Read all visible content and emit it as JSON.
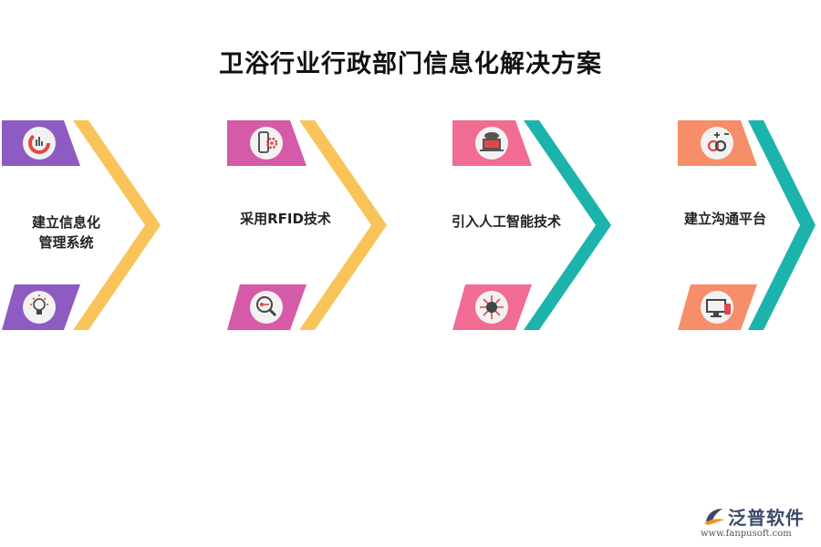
{
  "title": "卫浴行业行政部门信息化解决方案",
  "steps": [
    {
      "label_line1": "建立信息化",
      "label_line2": "管理系统",
      "color": "#8e5bc2",
      "chevron_color": "#f8c45a",
      "top_icon": "dashboard-chart-icon",
      "bottom_icon": "lightbulb-icon"
    },
    {
      "label_line1": "采用RFID技术",
      "label_line2": "",
      "color": "#d55aa7",
      "chevron_color": "#f8c45a",
      "top_icon": "mobile-gear-icon",
      "bottom_icon": "magnifier-key-icon"
    },
    {
      "label_line1": "引入人工智能技术",
      "label_line2": "",
      "color": "#f16c93",
      "chevron_color": "#1cb3ac",
      "top_icon": "cloud-laptop-icon",
      "bottom_icon": "globe-arrows-icon"
    },
    {
      "label_line1": "建立沟通平台",
      "label_line2": "",
      "color": "#f58e69",
      "chevron_color": "#1cb3ac",
      "top_icon": "link-plus-icon",
      "bottom_icon": "monitor-phone-icon"
    }
  ],
  "brand": {
    "name": "泛普软件",
    "url": "www.fanpusoft.com"
  }
}
